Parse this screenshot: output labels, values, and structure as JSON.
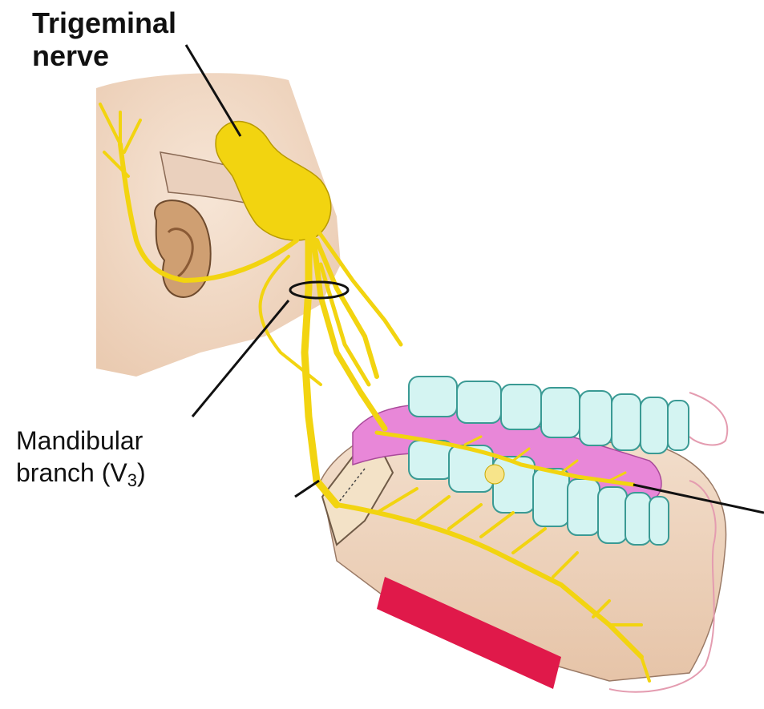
{
  "labels": {
    "trigeminal_line1": "Trigeminal",
    "trigeminal_line2": "nerve",
    "mandibular_line1": "Mandibular",
    "mandibular_line2_prefix": "branch (V",
    "mandibular_line2_subscript": "3",
    "mandibular_line2_suffix": ")"
  },
  "colors": {
    "nerve": "#f2d410",
    "nerve_dark": "#c9a800",
    "skin": "#f1d9c6",
    "ear": "#c99a6b",
    "gum": "#e887d8",
    "tooth": "#d4f4f2",
    "tooth_outline": "#3a9a94",
    "muscle": "#e0194a",
    "bone_cut": "#f3e2c7"
  }
}
